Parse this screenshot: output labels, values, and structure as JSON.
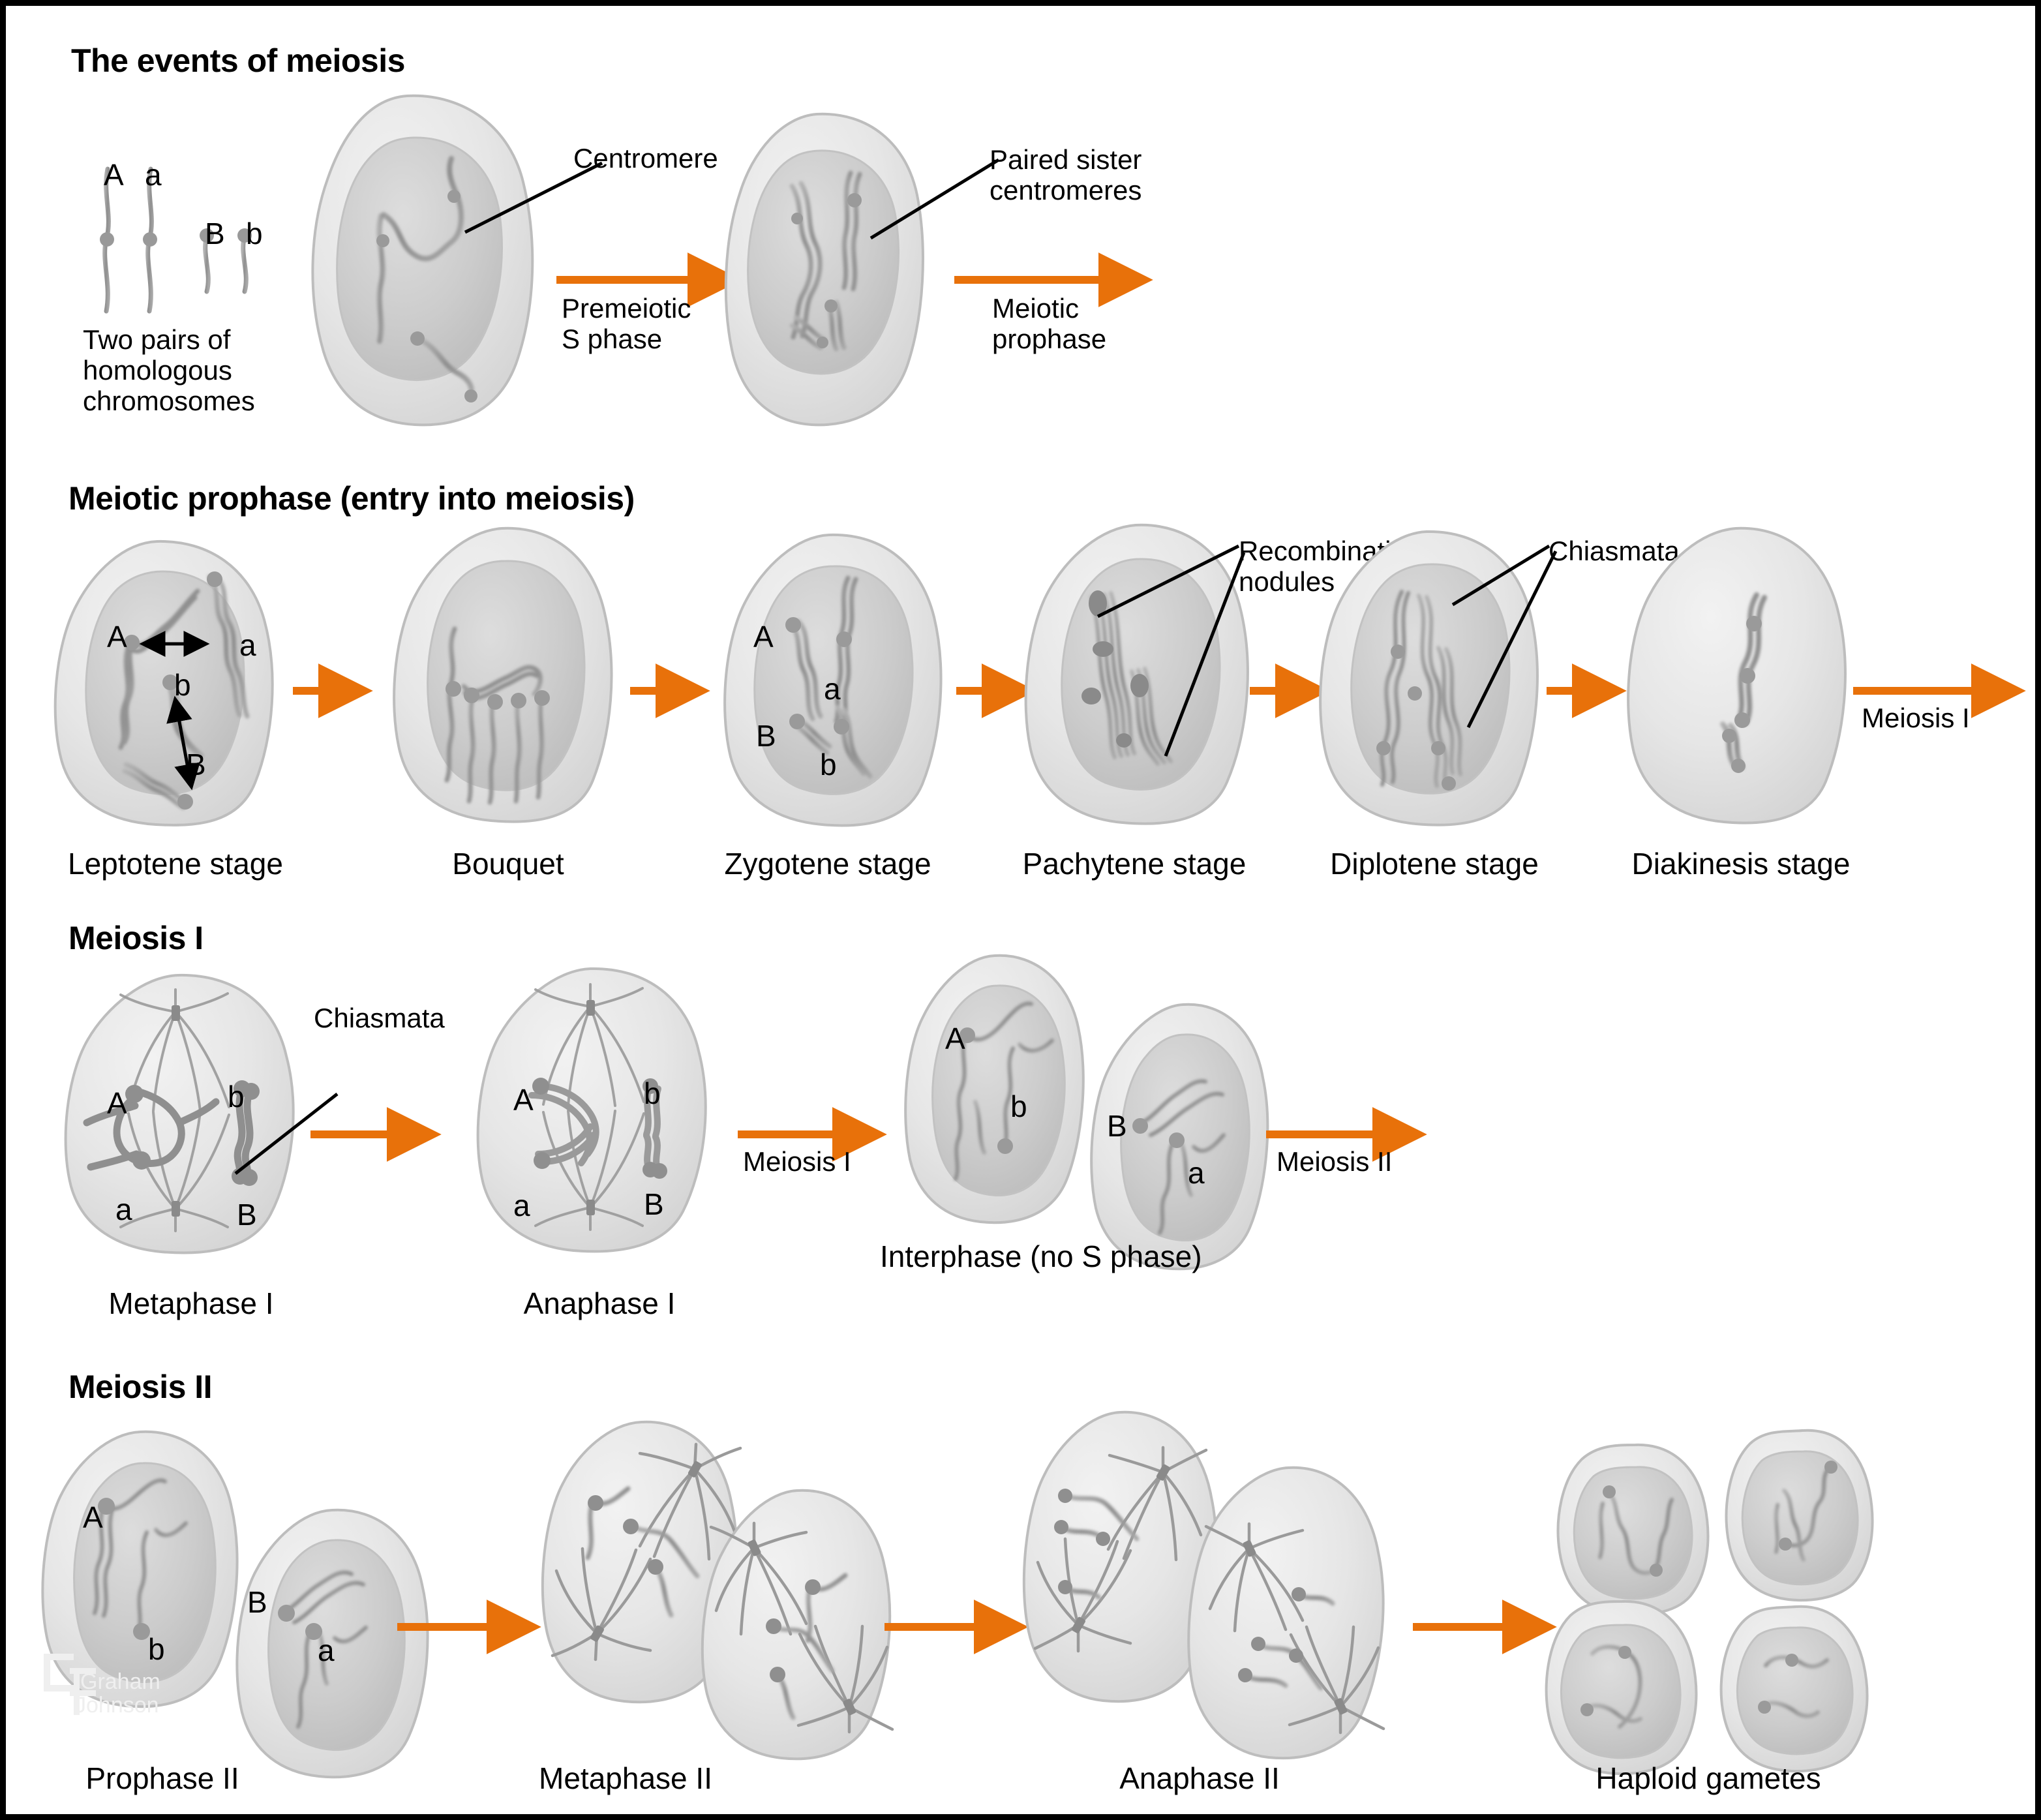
{
  "figure": {
    "title": "The events of meiosis",
    "watermark": {
      "line1": "Graham",
      "line2": "Johnson"
    },
    "accent_color": "#E8710A",
    "cell_fill": "#e3e3e3",
    "nucleus_fill": "#cfcfcf",
    "chromosome_color": "#9a9a9a",
    "text_color": "#000000"
  },
  "sections": [
    {
      "id": "events",
      "heading": "The events of meiosis"
    },
    {
      "id": "prophase",
      "heading": "Meiotic prophase (entry into meiosis)"
    },
    {
      "id": "meiosis1",
      "heading": "Meiosis I"
    },
    {
      "id": "meiosis2",
      "heading": "Meiosis II"
    }
  ],
  "row1": {
    "legend": {
      "letters": [
        "A",
        "a",
        "B",
        "b"
      ],
      "caption": "Two pairs of\nhomologous\nchromosomes"
    },
    "callouts": [
      {
        "name": "centromere",
        "text": "Centromere"
      },
      {
        "name": "paired-sister-centromeres",
        "text": "Paired sister\ncentromeres"
      }
    ],
    "arrows": [
      {
        "name": "premeiotic-s-phase",
        "label": "Premeiotic\nS phase"
      },
      {
        "name": "meiotic-prophase",
        "label": "Meiotic\nprophase"
      }
    ]
  },
  "row2": {
    "stages": [
      "Leptotene stage",
      "Bouquet",
      "Zygotene stage",
      "Pachytene stage",
      "Diplotene stage",
      "Diakinesis stage"
    ],
    "callouts": [
      {
        "name": "recombination-nodules",
        "text": "Recombination\nnodules"
      },
      {
        "name": "chiasmata",
        "text": "Chiasmata"
      }
    ],
    "arrow_label": "Meiosis I",
    "leptotene_letters": [
      "A",
      "a",
      "b",
      "B"
    ],
    "zygotene_letters": [
      "A",
      "a",
      "B",
      "b"
    ]
  },
  "row3": {
    "stages": [
      "Metaphase I",
      "Anaphase I",
      "Interphase\n(no S phase)"
    ],
    "callouts": [
      {
        "name": "chiasmata",
        "text": "Chiasmata"
      }
    ],
    "arrow_labels": [
      "Meiosis I",
      "Meiosis II"
    ],
    "metaphase_letters": [
      "A",
      "b",
      "a",
      "B"
    ],
    "anaphase_letters": [
      "A",
      "b",
      "a",
      "B"
    ],
    "interphase_letters": [
      "A",
      "b",
      "B",
      "a"
    ]
  },
  "row4": {
    "stages": [
      "Prophase II",
      "Metaphase II",
      "Anaphase II",
      "Haploid gametes"
    ],
    "prophase_letters": [
      "A",
      "b",
      "B",
      "a"
    ]
  }
}
